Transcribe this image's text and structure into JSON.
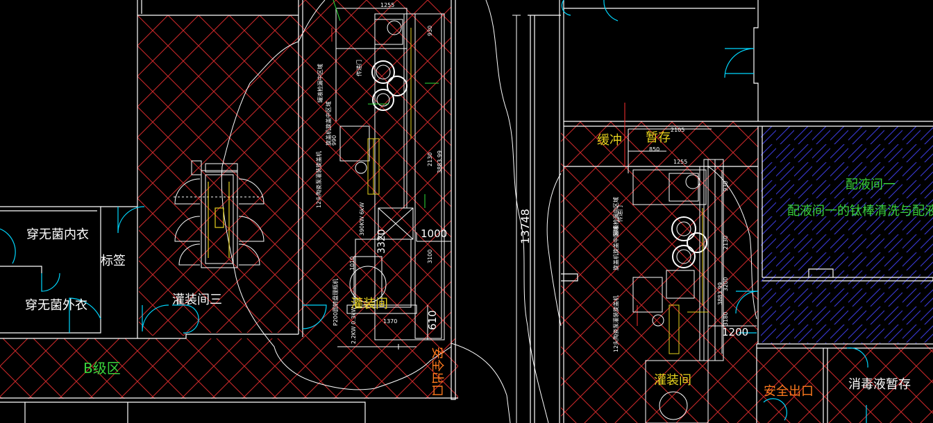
{
  "colors": {
    "background": "#000000",
    "wall": "#ffffff",
    "hatch_red": "#c8282a",
    "hatch_blue": "#3a3ad8",
    "door": "#00d8ff",
    "label_white": "#ffffff",
    "label_green": "#39d33c",
    "label_yellow": "#e6d21e",
    "label_orange": "#ff7a1e",
    "dim_green": "#2ee23a"
  },
  "rooms": {
    "sterile_inner": "穿无菌内衣",
    "sterile_outer": "穿无菌外衣",
    "labeling": "标签",
    "filling_room_3": "灌装间三",
    "grade_b": "B级区",
    "filling_room_left": "灌装间",
    "buffer": "缓冲",
    "temp_storage": "暂存",
    "filling_room_right": "灌装间",
    "liquid_room_1": "配液间一",
    "liquid_room_1_desc": "配液间一的钛棒清洗与配液",
    "safety_exit_left": "安全出口",
    "safety_exit_right": "安全出口",
    "disinfectant_storage": "消毒液暂存"
  },
  "dimensions": {
    "overall": "13748",
    "d1000": "1000",
    "d610": "610",
    "d1200": "1200",
    "d2105": "2105",
    "d850": "850",
    "d1255_a": "1255",
    "d1255_b": "1255",
    "d3320": "3320",
    "d3883": "3883.99",
    "d3883_b": "3883.99",
    "d2130": "2130",
    "d2130_b": "2130",
    "d3100": "3100",
    "d3180": "3180",
    "d1370": "1370",
    "d930": "930",
    "d930_b": "930",
    "d990": "990",
    "d1010": "1010",
    "d3200": "3200"
  },
  "equipment_notes": {
    "a": "12头陶瓷泵灌装旋盖机",
    "b": "旋盖机旋盖中区域",
    "c": "罐液检漏中区域",
    "d": "P200圆转盘理瓶机",
    "e": "传递门",
    "f": "2.2KW 0.3kW",
    "g": "390KW 6kW",
    "h": "12头陶瓷泵灌装旋盖机",
    "i": "旋盖机旋盖中区域",
    "j": "罐液检漏中区域",
    "k": "传递门"
  }
}
